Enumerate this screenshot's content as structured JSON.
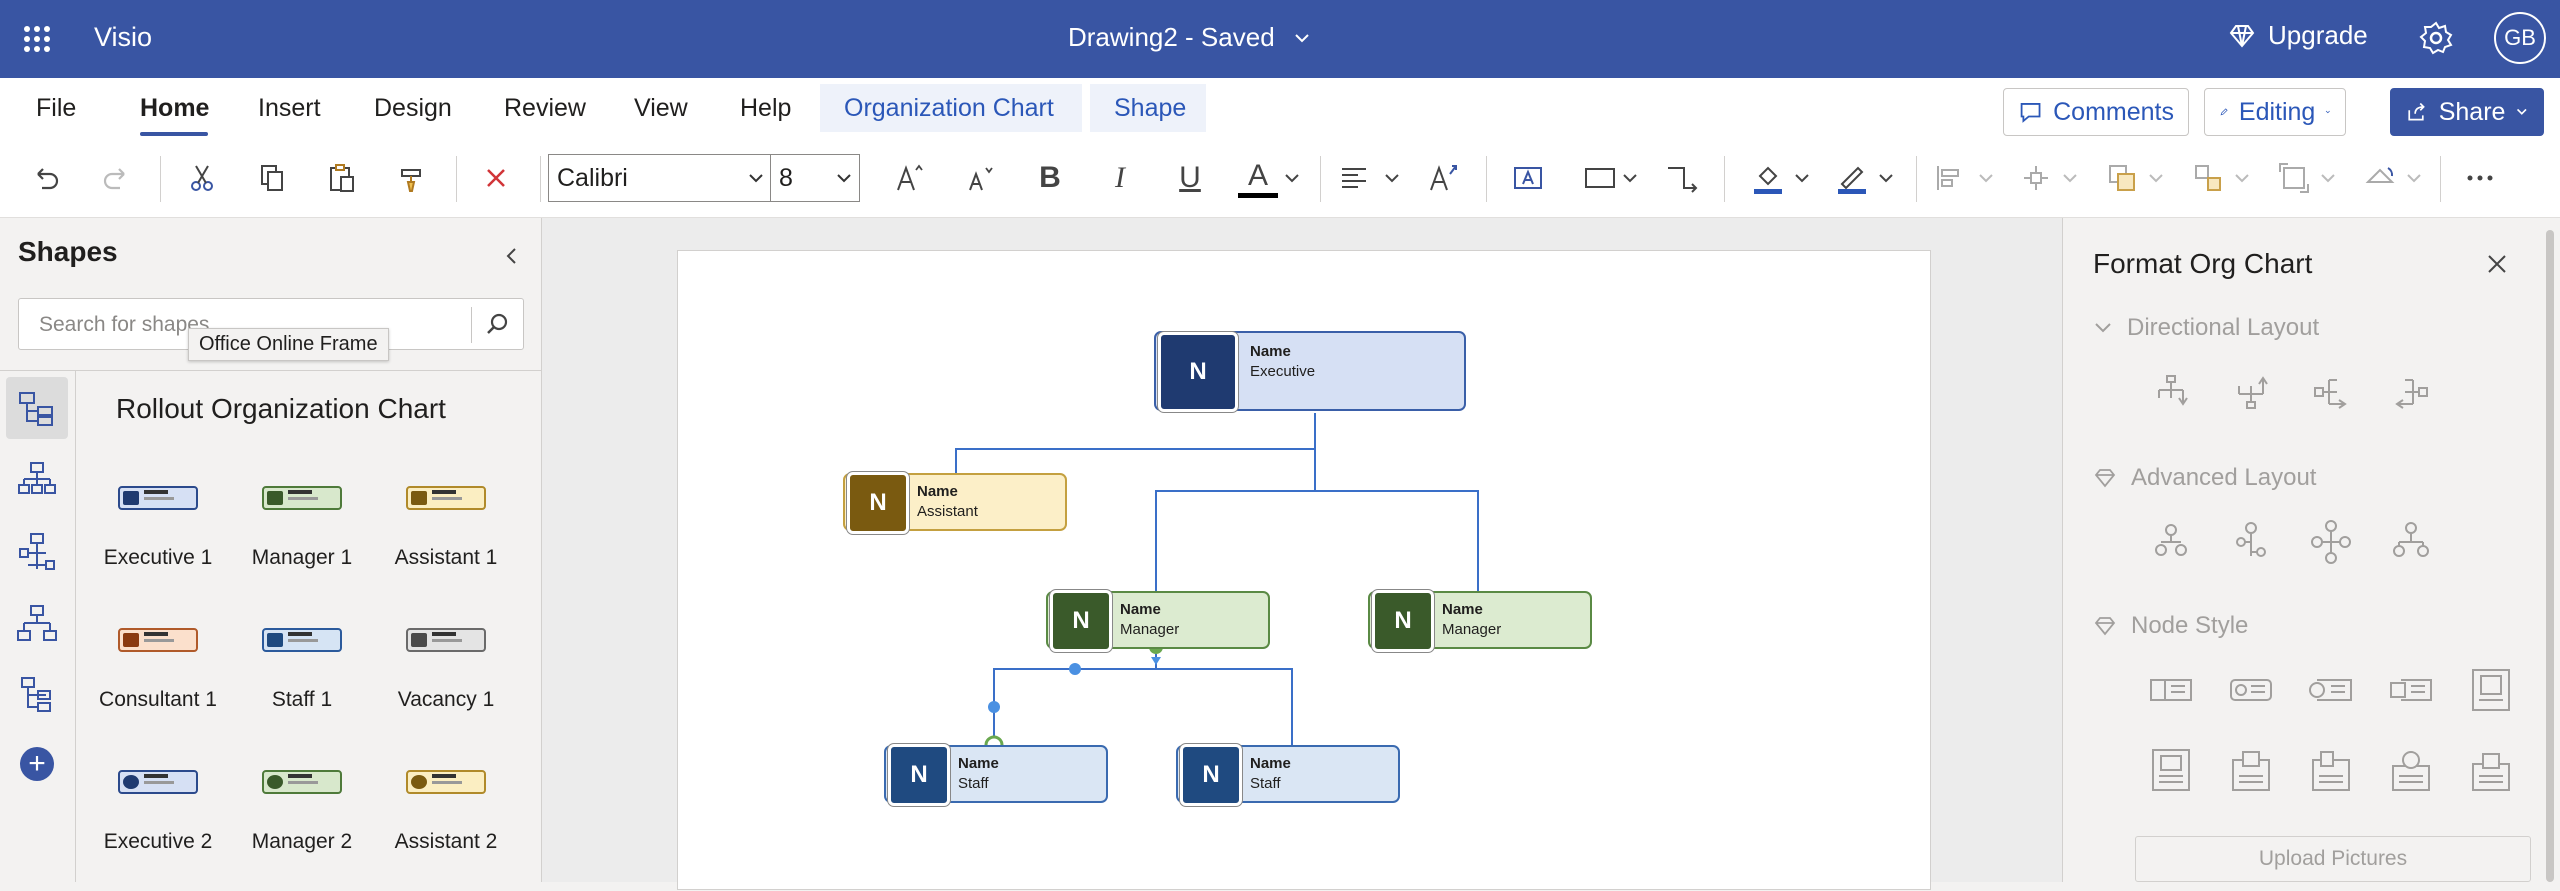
{
  "titlebar": {
    "app_name": "Visio",
    "document_title": "Drawing2 - Saved",
    "upgrade_label": "Upgrade",
    "avatar_initials": "GB",
    "color": "#3955a3"
  },
  "menu": {
    "tabs": [
      "File",
      "Home",
      "Insert",
      "Design",
      "Review",
      "View",
      "Help"
    ],
    "active_tab": "Home",
    "contextual_tabs": [
      "Organization Chart",
      "Shape"
    ],
    "comments_label": "Comments",
    "editing_label": "Editing",
    "share_label": "Share"
  },
  "toolbar": {
    "font_name": "Calibri",
    "font_size": "8",
    "icons": [
      "undo-icon",
      "redo-icon",
      "cut-icon",
      "copy-icon",
      "paste-icon",
      "format-painter-icon",
      "delete-icon",
      "increase-font-icon",
      "decrease-font-icon",
      "bold-icon",
      "italic-icon",
      "underline-icon",
      "font-color-icon",
      "align-icon",
      "text-direction-icon",
      "text-box-icon",
      "shape-icon",
      "connector-icon",
      "fill-icon",
      "line-icon",
      "align-shapes-icon",
      "position-icon",
      "arrange-icon",
      "group-icon",
      "size-icon",
      "rotate-icon",
      "more-icon"
    ],
    "bold_letter": "B",
    "italic_letter": "I",
    "underline_letter": "U",
    "font_color_letter": "A"
  },
  "shapes_panel": {
    "title": "Shapes",
    "search_placeholder": "Search for shapes",
    "tooltip": "Office Online Frame",
    "stencil_name": "Rollout Organization Chart",
    "items": [
      {
        "label": "Executive 1",
        "border": "#2b4a8c",
        "fill": "#d6e0f4",
        "sq": "#1f3a70",
        "round": false
      },
      {
        "label": "Manager 1",
        "border": "#4e7a3a",
        "fill": "#d8e8cc",
        "sq": "#3a5a2a",
        "round": false
      },
      {
        "label": "Assistant 1",
        "border": "#b08a2a",
        "fill": "#fbeec2",
        "sq": "#7a5a10",
        "round": false
      },
      {
        "label": "Consultant 1",
        "border": "#b05a2a",
        "fill": "#fbe0cc",
        "sq": "#8a3a10",
        "round": false
      },
      {
        "label": "Staff 1",
        "border": "#2b5a9c",
        "fill": "#d6e4f4",
        "sq": "#1f4a80",
        "round": false
      },
      {
        "label": "Vacancy 1",
        "border": "#6a6a6a",
        "fill": "#e4e4e4",
        "sq": "#4a4a4a",
        "round": false
      },
      {
        "label": "Executive 2",
        "border": "#2b4a8c",
        "fill": "#d6e0f4",
        "sq": "#1f3a70",
        "round": true
      },
      {
        "label": "Manager 2",
        "border": "#4e7a3a",
        "fill": "#d8e8cc",
        "sq": "#3a5a2a",
        "round": true
      },
      {
        "label": "Assistant 2",
        "border": "#b08a2a",
        "fill": "#fbeec2",
        "sq": "#7a5a10",
        "round": true
      }
    ]
  },
  "diagram": {
    "nodes": [
      {
        "id": "executive",
        "initial": "N",
        "name": "Name",
        "role": "Executive",
        "fill": "#d6e0f4",
        "border": "#3a5fa8",
        "sq": "#1f3a70"
      },
      {
        "id": "assistant",
        "initial": "N",
        "name": "Name",
        "role": "Assistant",
        "fill": "#fcefc8",
        "border": "#c4a040",
        "sq": "#7a5a10"
      },
      {
        "id": "manager-1",
        "initial": "N",
        "name": "Name",
        "role": "Manager",
        "fill": "#dcebd0",
        "border": "#5a8a44",
        "sq": "#3a5a2a"
      },
      {
        "id": "manager-2",
        "initial": "N",
        "name": "Name",
        "role": "Manager",
        "fill": "#dcebd0",
        "border": "#5a8a44",
        "sq": "#3a5a2a"
      },
      {
        "id": "staff-1",
        "initial": "N",
        "name": "Name",
        "role": "Staff",
        "fill": "#dae6f4",
        "border": "#3a6ab0",
        "sq": "#1f4a80"
      },
      {
        "id": "staff-2",
        "initial": "N",
        "name": "Name",
        "role": "Staff",
        "fill": "#dae6f4",
        "border": "#3a6ab0",
        "sq": "#1f4a80"
      }
    ],
    "connector_color": "#3a6fc8"
  },
  "format_panel": {
    "title": "Format Org Chart",
    "sections": [
      "Directional Layout",
      "Advanced Layout",
      "Node Style"
    ],
    "upload_label": "Upload Pictures"
  }
}
